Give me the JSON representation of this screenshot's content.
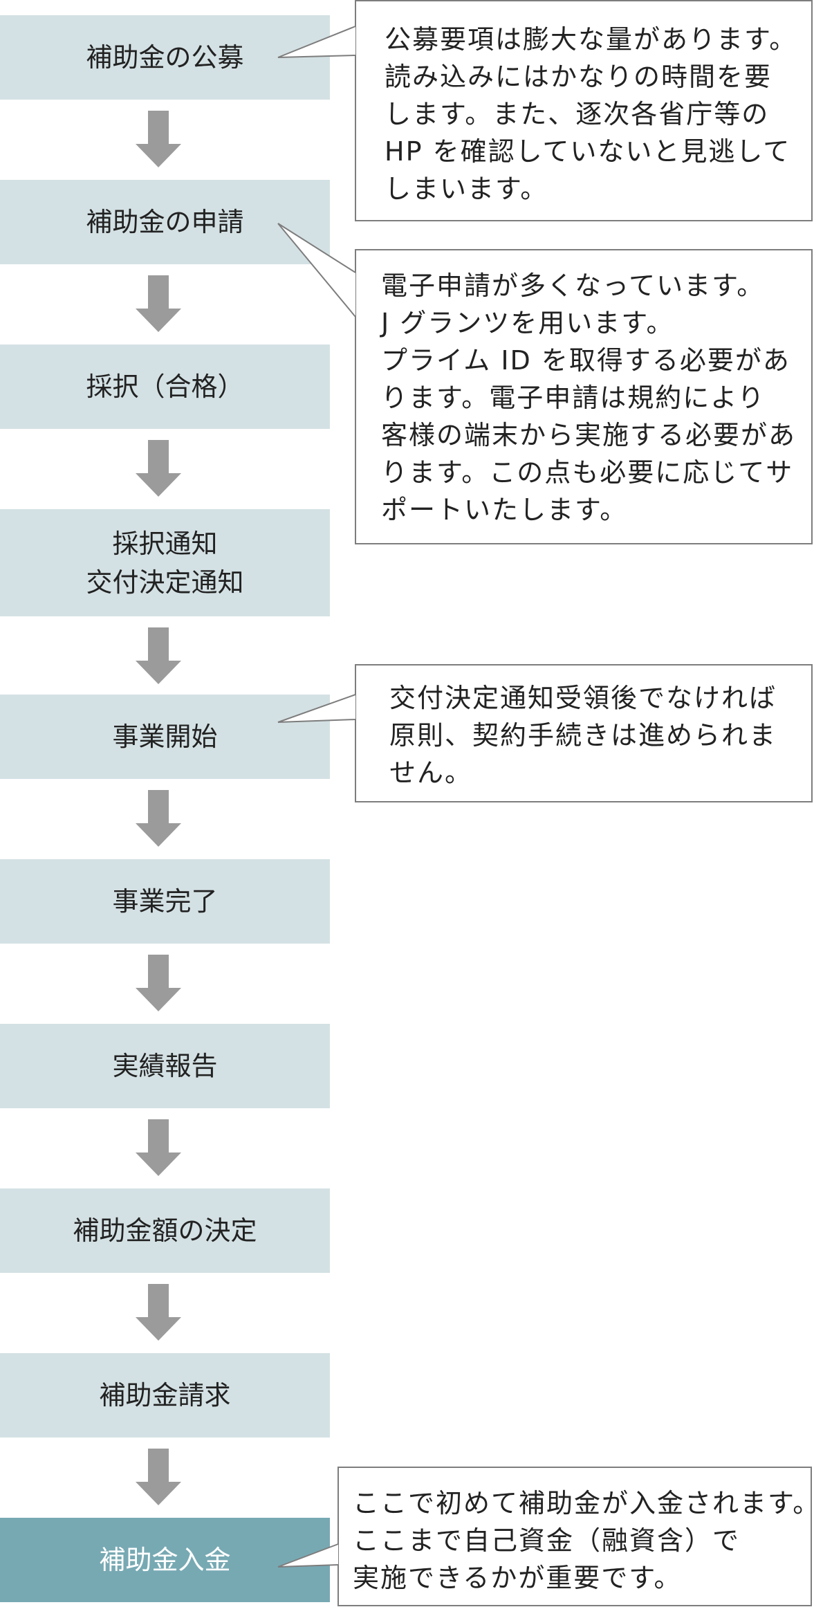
{
  "colors": {
    "step_fill": "#d4e1e4",
    "final_step_fill": "#77a9b3",
    "arrow_fill": "#9b9b9b",
    "callout_border": "#7d7d7d"
  },
  "flow": {
    "steps": [
      {
        "label": "補助金の公募"
      },
      {
        "label": "補助金の申請"
      },
      {
        "label": "採択（合格）"
      },
      {
        "lines": [
          "採択通知",
          "交付決定通知"
        ]
      },
      {
        "label": "事業開始"
      },
      {
        "label": "事業完了"
      },
      {
        "label": "実績報告"
      },
      {
        "label": "補助金額の決定"
      },
      {
        "label": "補助金請求"
      },
      {
        "label": "補助金入金"
      }
    ],
    "arrow_icon": "down-arrow-icon"
  },
  "callouts": [
    {
      "lines": [
        "公募要項は膨大な量があります。",
        "読み込みにはかなりの時間を要",
        "します。また、逐次各省庁等の",
        "HP を確認していないと見逃して",
        "しまいます。"
      ]
    },
    {
      "lines": [
        "電子申請が多くなっています。",
        "J グランツを用います。",
        "プライム ID を取得する必要があ",
        "ります。電子申請は規約により",
        "客様の端末から実施する必要があ",
        "ります。この点も必要に応じてサ",
        "ポートいたします。"
      ]
    },
    {
      "lines": [
        "交付決定通知受領後でなければ",
        "原則、契約手続きは進められま",
        "せん。"
      ]
    },
    {
      "lines": [
        "ここで初めて補助金が入金されます。",
        "ここまで自己資金（融資含）で",
        "実施できるかが重要です。"
      ]
    }
  ]
}
